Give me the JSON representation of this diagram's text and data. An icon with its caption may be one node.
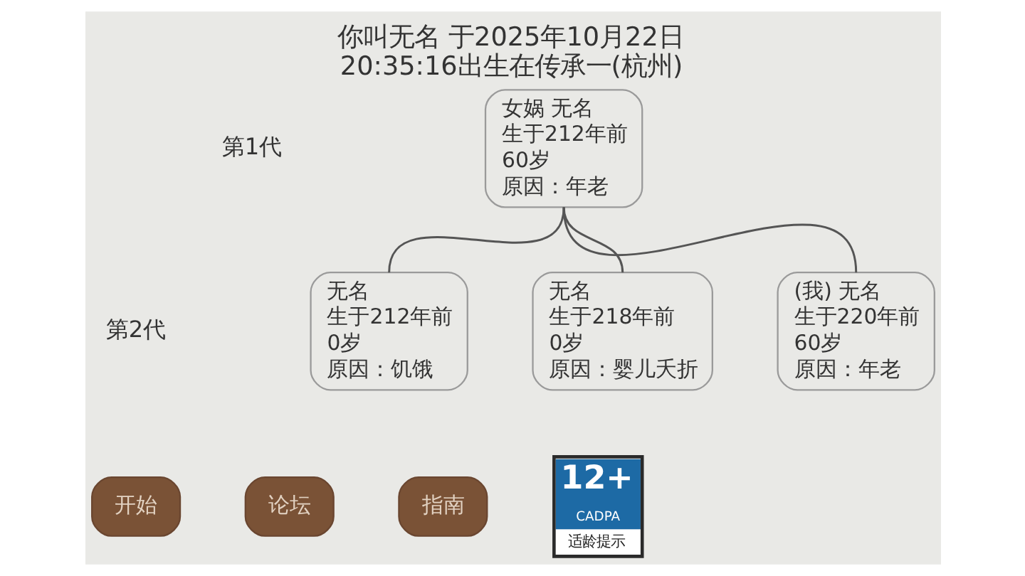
{
  "diagram": {
    "title": "你叫无名 于2025年10月22日 20:35:16出生在传承一(杭州)",
    "nodes": [
      {
        "text": [
          "女娲 无名",
          "生于212年前",
          "60岁",
          "原因：年老"
        ]
      },
      {
        "text": [
          "无名",
          "生于212年前",
          "0岁",
          "原因：饥饿"
        ]
      },
      {
        "text": [
          "无名",
          "生于218年前",
          "0岁",
          "原因：婴儿夭折"
        ]
      },
      {
        "text": [
          "(我) 无名",
          "生于220年前",
          "60岁",
          "原因：年老"
        ]
      },
      {
        "text": [
          "开始"
        ]
      },
      {
        "text": [
          "论坛"
        ]
      },
      {
        "text": [
          "指南"
        ]
      },
      {
        "text": [
          "12+",
          "CADPA",
          "适龄提示"
        ]
      }
    ],
    "edges": [
      {
        "from": 0,
        "to": 1,
        "arrow": "none"
      },
      {
        "from": 0,
        "to": 2,
        "arrow": "none"
      },
      {
        "from": 0,
        "to": 3,
        "arrow": "none"
      }
    ],
    "labels": [
      "第1代",
      "第2代"
    ]
  }
}
